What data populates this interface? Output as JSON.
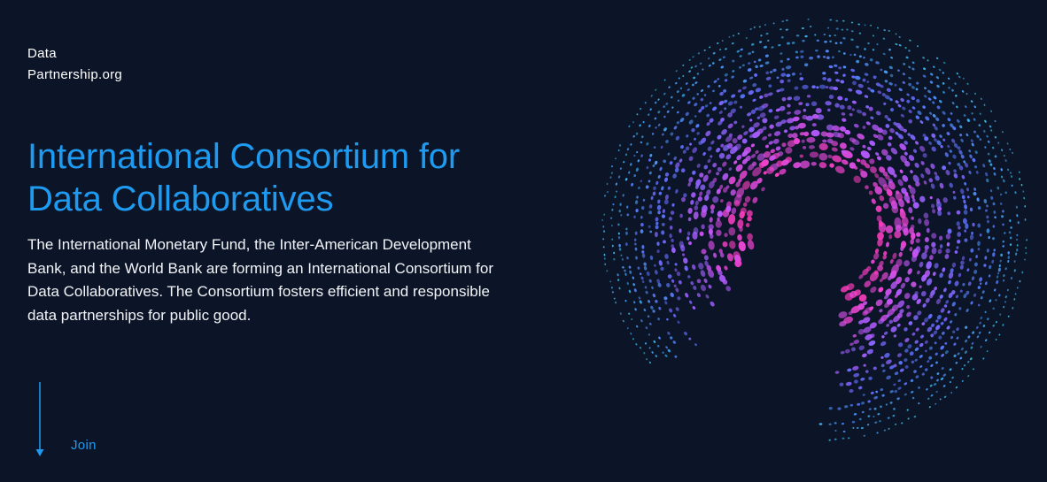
{
  "brand": {
    "line1": "Data",
    "line2": "Partnership.org"
  },
  "hero": {
    "title_line1": "International Consortium for",
    "title_line2": "Data Collaboratives",
    "description_lines": [
      "The International Monetary Fund, the Inter-American Development",
      "Bank, and the World Bank are forming an International Consortium for",
      "Data Collaboratives. The Consortium fosters efficient and responsible",
      "data partnerships for public good."
    ]
  },
  "cta": {
    "join_label": "Join"
  },
  "colors": {
    "background": "#0c1528",
    "accent": "#1e9bf0",
    "text": "#ffffff"
  },
  "icons": {
    "scroll": "arrow-down-icon",
    "graphic": "radial-data-arc-graphic"
  }
}
